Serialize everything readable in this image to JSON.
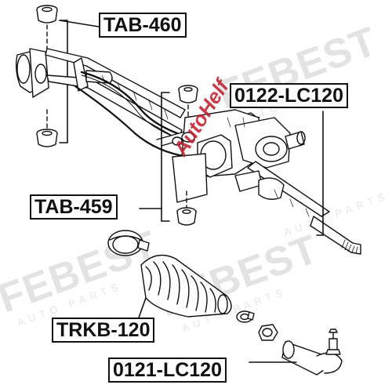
{
  "watermark": {
    "brand": "FEBEST",
    "tagline": "AUTO PARTS"
  },
  "stamp": {
    "text": "AutoHelf"
  },
  "labels": {
    "tab460": "TAB-460",
    "lc122": "0122-LC120",
    "tab459": "TAB-459",
    "trkb": "TRKB-120",
    "lc121": "0121-LC120"
  },
  "colors": {
    "ink": "#111111",
    "watermark": "#e3e3e3",
    "stamp": "#c01a2a"
  }
}
